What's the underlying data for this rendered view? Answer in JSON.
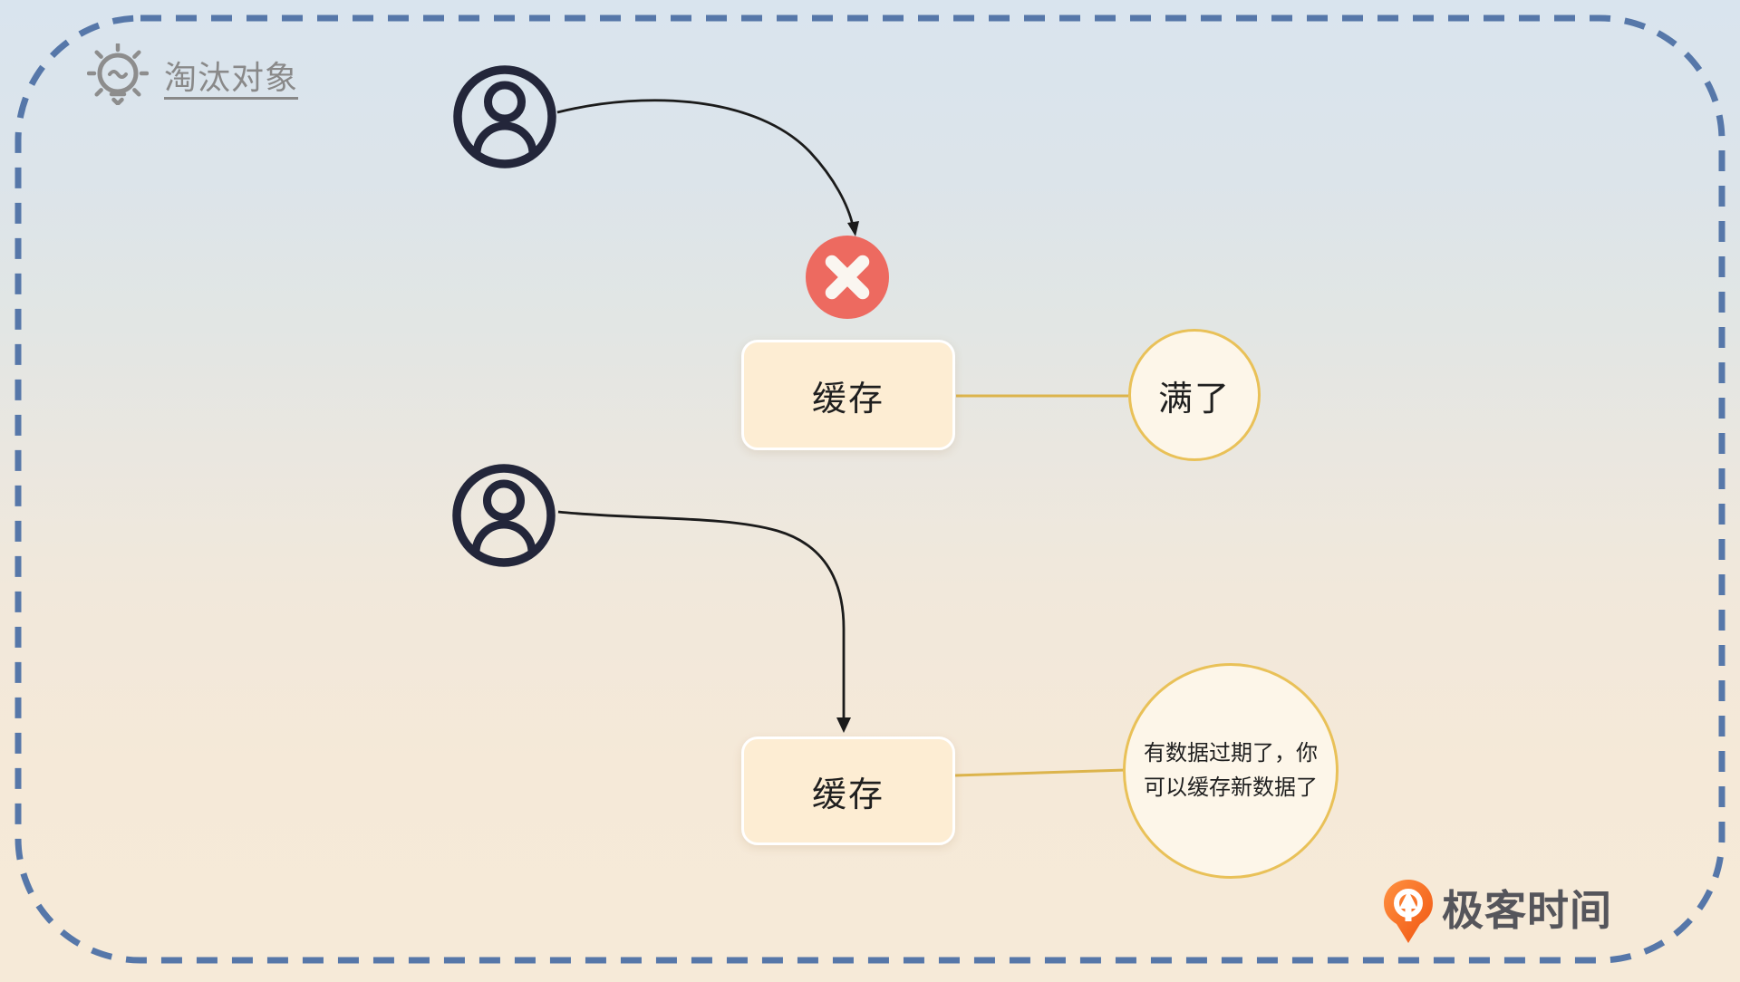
{
  "header": {
    "title": "淘汰对象",
    "icon": "lightbulb-icon"
  },
  "nodes": {
    "scenario_full": {
      "user_icon": "person-icon",
      "denied_icon": "x-mark-icon",
      "cache_label": "缓存",
      "status_label": "满了"
    },
    "scenario_expired": {
      "user_icon": "person-icon",
      "cache_label": "缓存",
      "status_label": "有数据过期了，你\n可以缓存新数据了"
    }
  },
  "branding": {
    "logo_icon": "geektime-pin-icon",
    "logo_text": "极客时间"
  },
  "colors": {
    "border_blue": "#5677a9",
    "bg_top": "#d9e4ee",
    "bg_bottom": "#f6ead8",
    "error_red": "#ed6a60",
    "node_fill": "#fdedd3",
    "bubble_fill": "#fdf6e9",
    "bubble_border": "#e9c158",
    "connector_gold": "#dcb44c",
    "ink_dark": "#23263a",
    "title_gray": "#898989",
    "logo_orange": "#f35e17",
    "logo_text_gray": "#55555b"
  }
}
